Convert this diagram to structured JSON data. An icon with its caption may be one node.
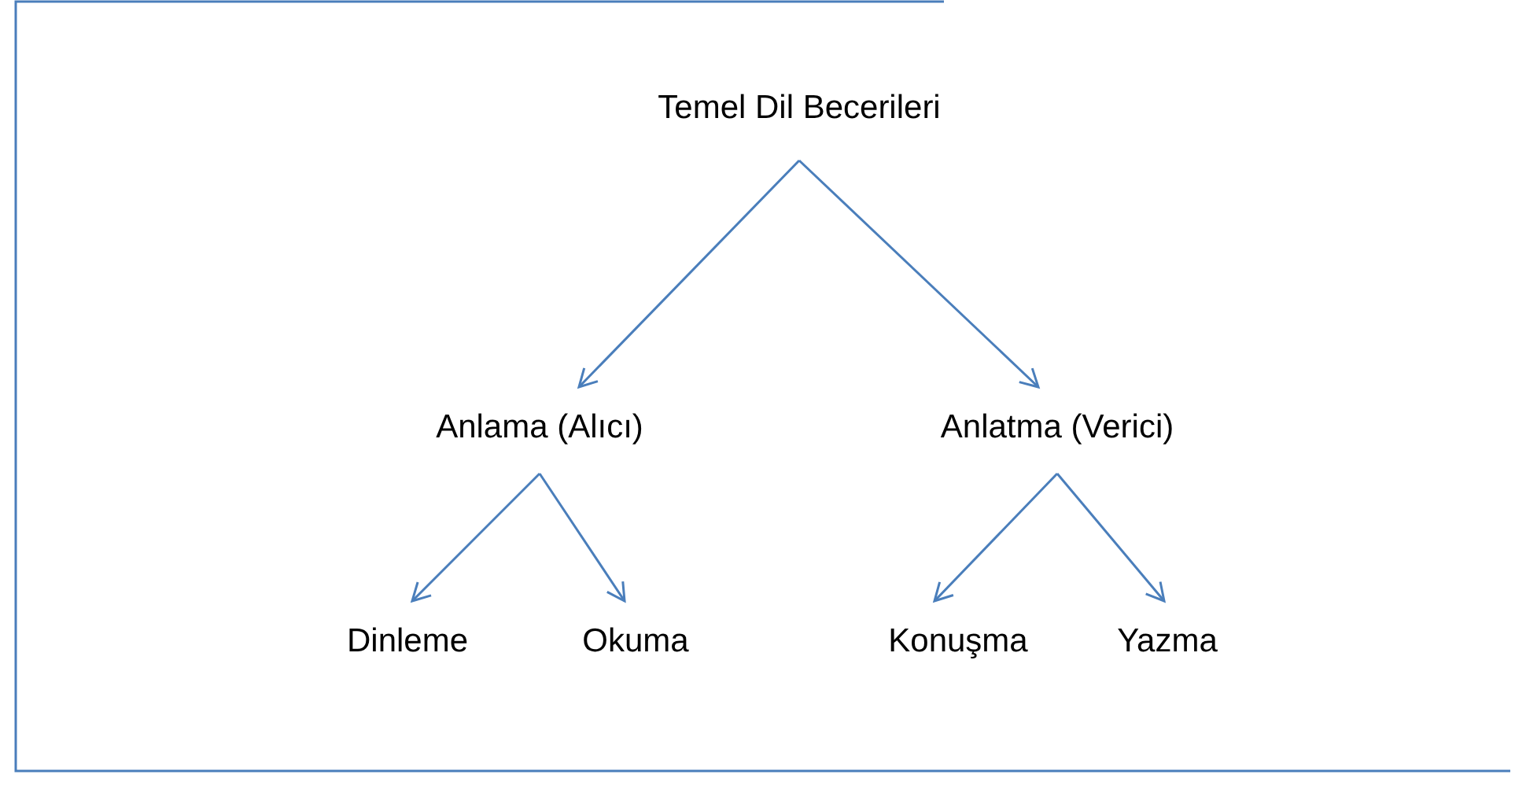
{
  "diagram": {
    "nodes": [
      {
        "text": [
          "Temel Dil Becerileri"
        ]
      },
      {
        "text": [
          "Anlama (Alıcı)"
        ]
      },
      {
        "text": [
          "Anlatma (Verici)"
        ]
      },
      {
        "text": [
          "Dinleme"
        ]
      },
      {
        "text": [
          "Okuma"
        ]
      },
      {
        "text": [
          "Konuşma"
        ]
      },
      {
        "text": [
          "Yazma"
        ]
      }
    ],
    "edges": [
      {
        "from": 0,
        "to": 1,
        "arrow": "to"
      },
      {
        "from": 0,
        "to": 2,
        "arrow": "to"
      },
      {
        "from": 1,
        "to": 3,
        "arrow": "to"
      },
      {
        "from": 1,
        "to": 4,
        "arrow": "to"
      },
      {
        "from": 2,
        "to": 5,
        "arrow": "to"
      },
      {
        "from": 2,
        "to": 6,
        "arrow": "to"
      }
    ]
  }
}
